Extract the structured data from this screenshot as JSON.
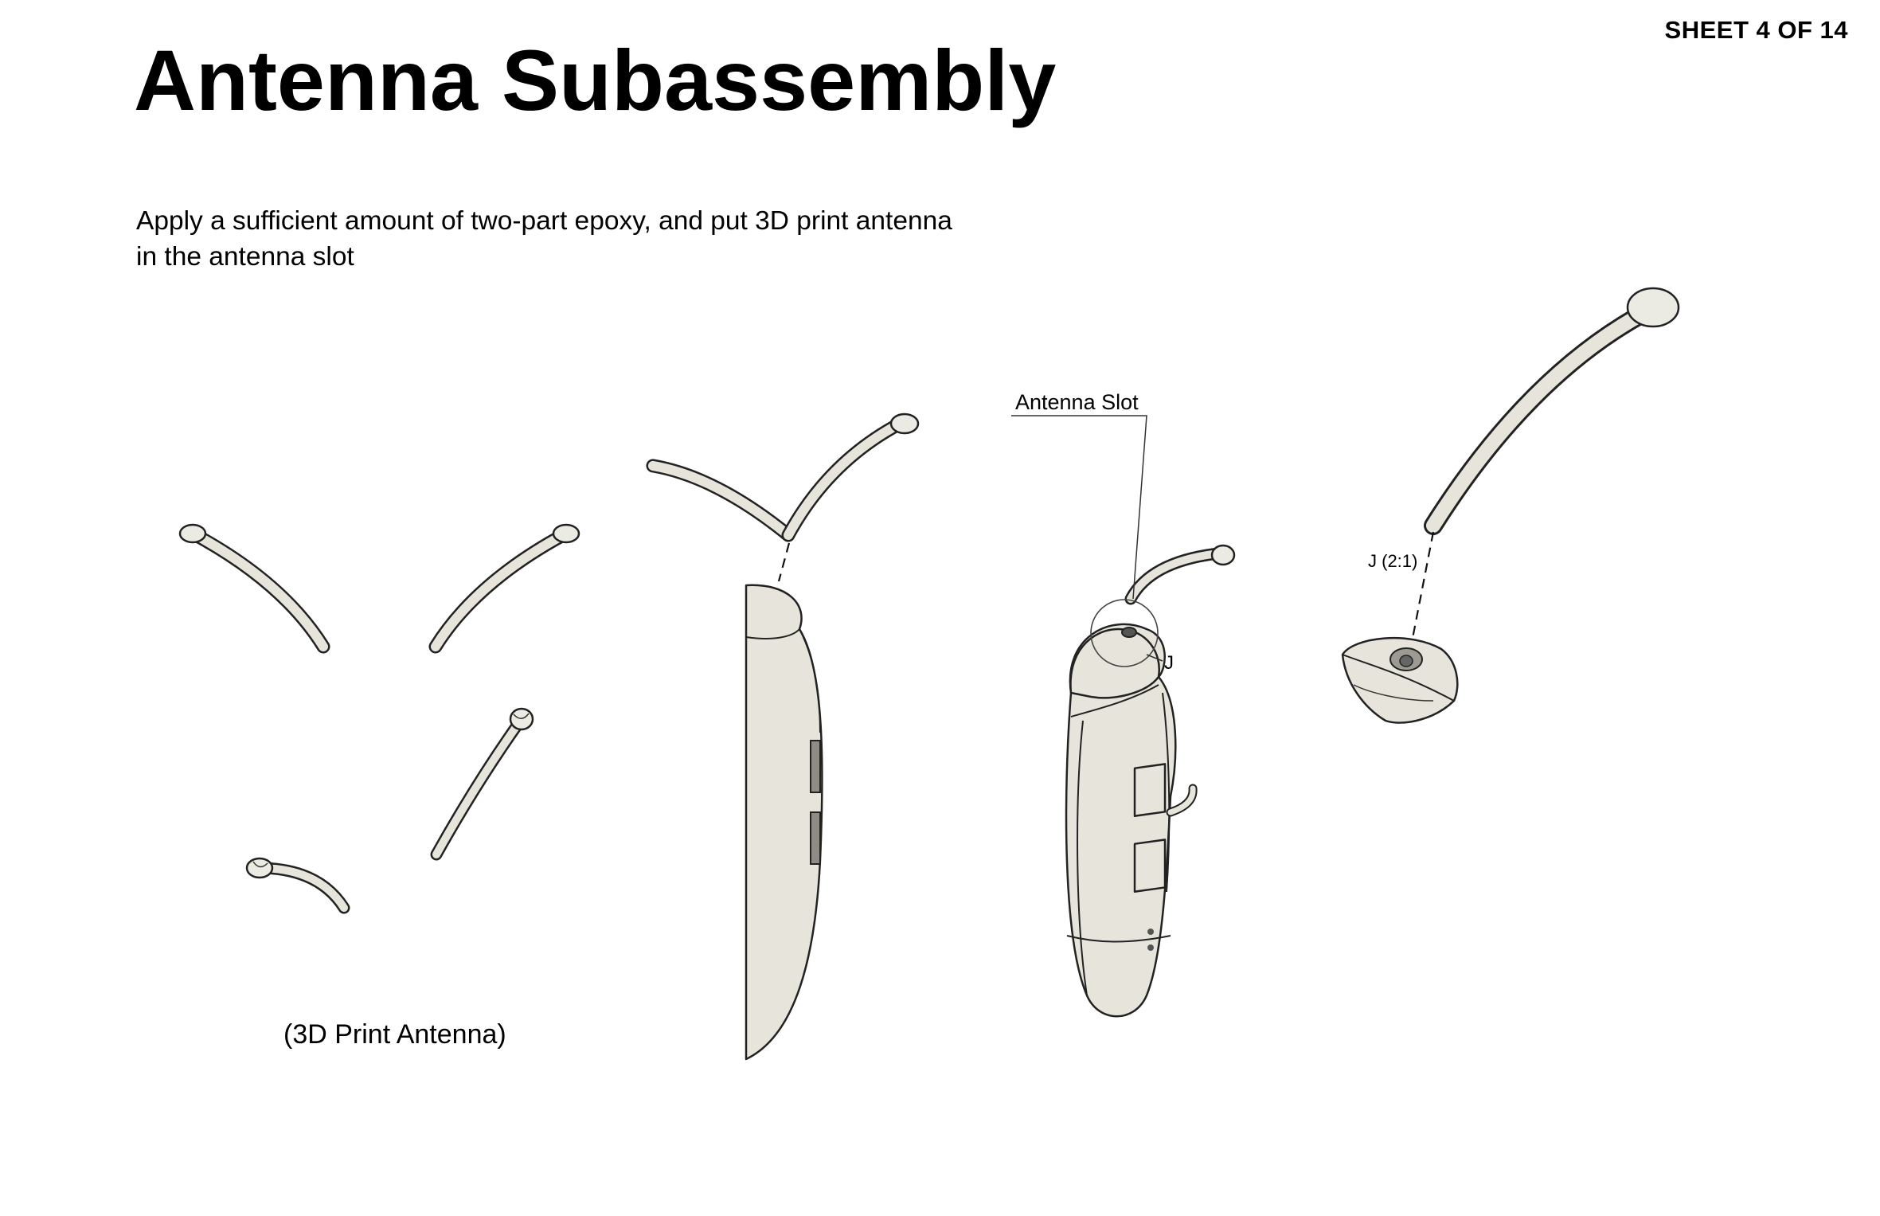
{
  "sheet": {
    "label": "SHEET 4 OF 14"
  },
  "title": "Antenna Subassembly",
  "instructions": "Apply a sufficient amount of two-part epoxy, and put 3D print antenna in the antenna slot",
  "labels": {
    "parts_caption": "(3D Print Antenna)",
    "antenna_slot": "Antenna Slot",
    "detail_marker": "J",
    "detail_view": "J (2:1)"
  },
  "colors": {
    "part_fill": "#e7e5db",
    "outline": "#222222",
    "background": "#ffffff"
  }
}
